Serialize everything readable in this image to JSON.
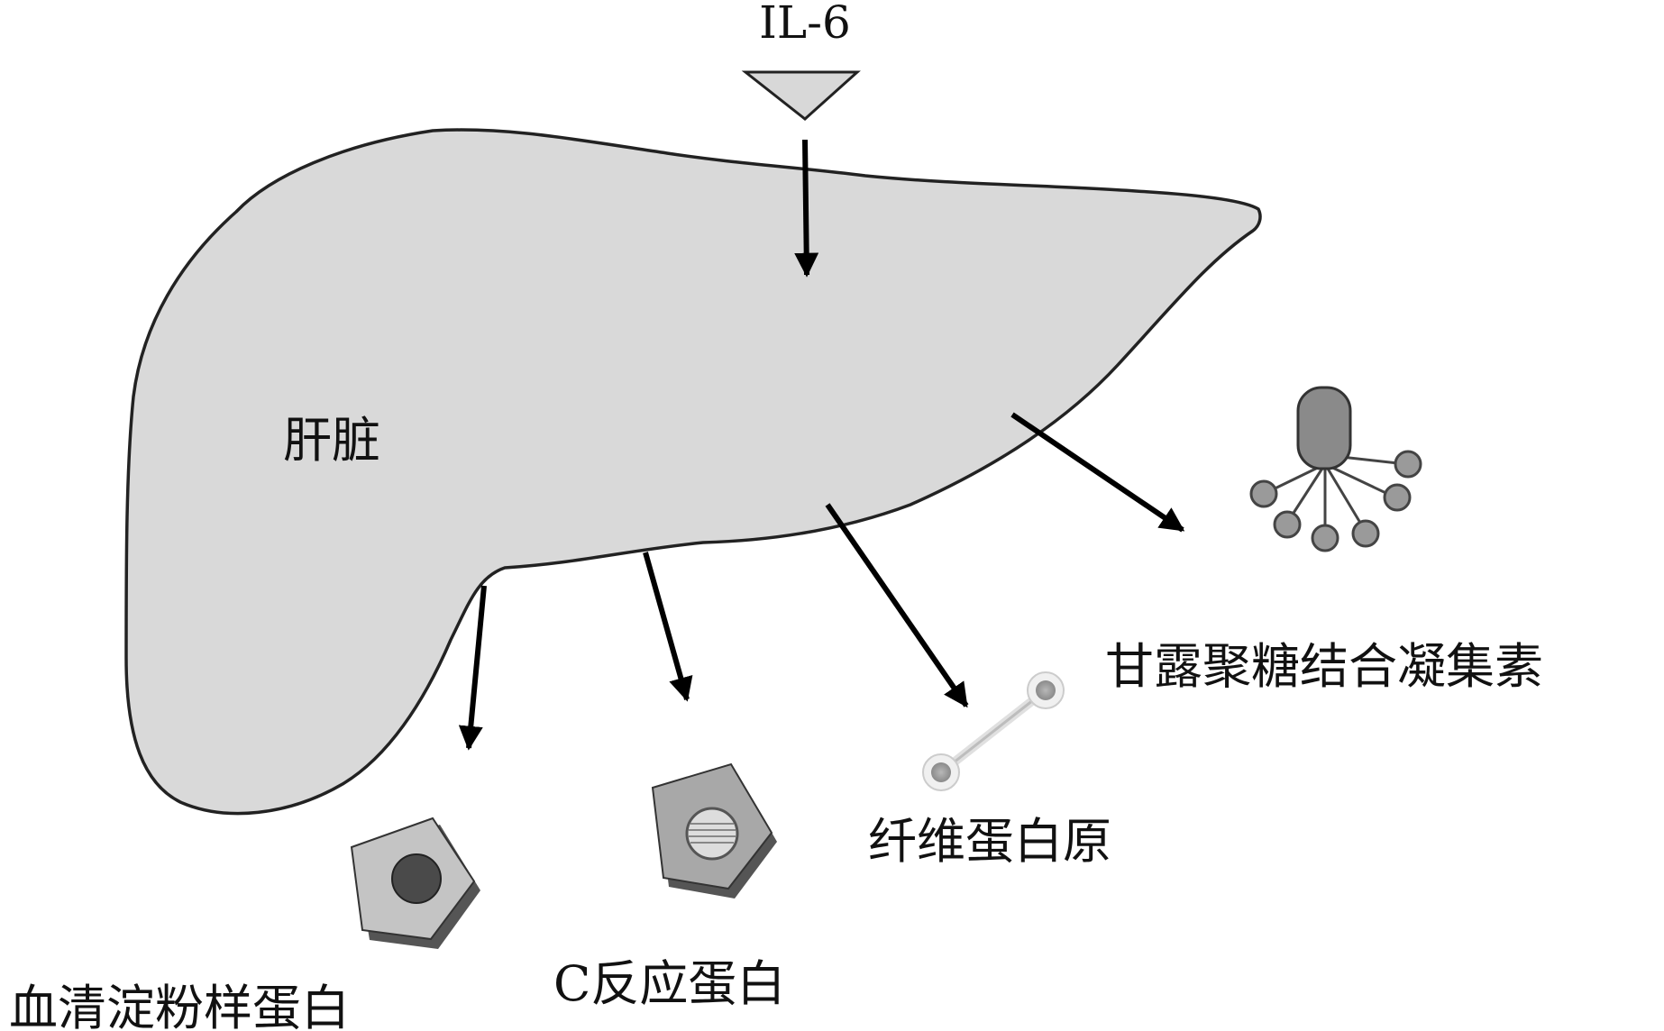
{
  "signal": {
    "label": "IL-6"
  },
  "organ": {
    "label": "肝脏"
  },
  "proteins": {
    "saa": "血清淀粉样蛋白",
    "crp": "C反应蛋白",
    "fibrinogen": "纤维蛋白原",
    "mbl": "甘露聚糖结合凝集素"
  },
  "colors": {
    "liver_fill": "#d9d9d9",
    "outline": "#222222",
    "arrow": "#000000",
    "shape_dark": "#555555",
    "shape_mid": "#8c8c8c",
    "shape_light": "#c4c4c4"
  }
}
